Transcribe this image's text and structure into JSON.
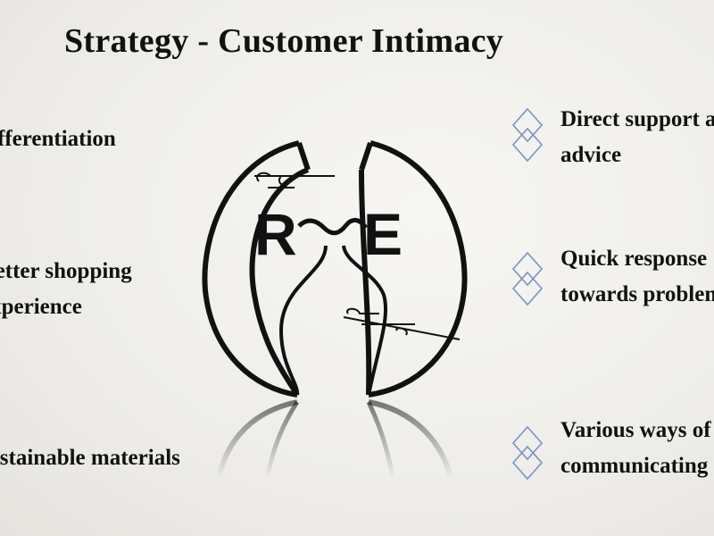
{
  "title": "Strategy - Customer Intimacy",
  "left_items": [
    {
      "text": "Differentiation"
    },
    {
      "lines": [
        "Better shopping",
        "experience"
      ]
    },
    {
      "text": "Sustainable materials"
    }
  ],
  "right_items": [
    {
      "lines": [
        "Direct support and",
        "advice"
      ]
    },
    {
      "lines": [
        "Quick response",
        "towards problems"
      ]
    },
    {
      "lines": [
        "Various ways of",
        "communicating"
      ]
    }
  ],
  "logo": {
    "letters": [
      "R",
      "E"
    ]
  },
  "colors": {
    "diamond": "#7a93c4",
    "ink": "#111111"
  },
  "icons": [
    "double-diamond-icon"
  ]
}
